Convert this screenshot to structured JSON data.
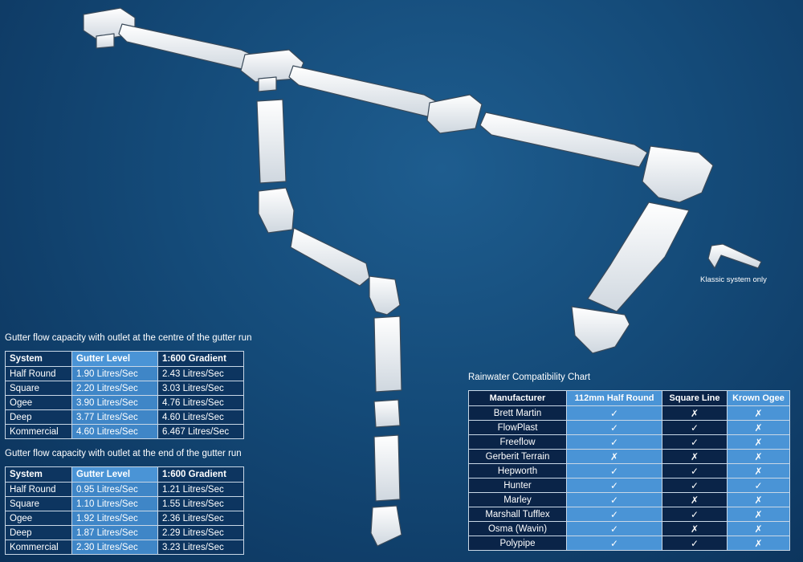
{
  "center_table": {
    "caption": "Gutter flow capacity with outlet at the centre of the gutter run",
    "headers": [
      "System",
      "Gutter Level",
      "1:600 Gradient"
    ],
    "rows": [
      [
        "Half Round",
        "1.90 Litres/Sec",
        "2.43 Litres/Sec"
      ],
      [
        "Square",
        "2.20 Litres/Sec",
        "3.03 Litres/Sec"
      ],
      [
        "Ogee",
        "3.90 Litres/Sec",
        "4.76 Litres/Sec"
      ],
      [
        "Deep",
        "3.77 Litres/Sec",
        "4.60 Litres/Sec"
      ],
      [
        "Kommercial",
        "4.60 Litres/Sec",
        "6.467 Litres/Sec"
      ]
    ]
  },
  "end_table": {
    "caption": "Gutter flow capacity with outlet at the end of the gutter run",
    "headers": [
      "System",
      "Gutter Level",
      "1:600 Gradient"
    ],
    "rows": [
      [
        "Half Round",
        "0.95 Litres/Sec",
        "1.21 Litres/Sec"
      ],
      [
        "Square",
        "1.10 Litres/Sec",
        "1.55 Litres/Sec"
      ],
      [
        "Ogee",
        "1.92 Litres/Sec",
        "2.36 Litres/Sec"
      ],
      [
        "Deep",
        "1.87 Litres/Sec",
        "2.29 Litres/Sec"
      ],
      [
        "Kommercial",
        "2.30 Litres/Sec",
        "3.23 Litres/Sec"
      ]
    ]
  },
  "compat_chart": {
    "caption": "Rainwater Compatibility Chart",
    "headers": [
      "Manufacturer",
      "112mm Half Round",
      "Square Line",
      "Krown Ogee"
    ],
    "rows": [
      [
        "Brett Martin",
        "✓",
        "✗",
        "✗"
      ],
      [
        "FlowPlast",
        "✓",
        "✓",
        "✗"
      ],
      [
        "Freeflow",
        "✓",
        "✓",
        "✗"
      ],
      [
        "Gerberit Terrain",
        "✗",
        "✗",
        "✗"
      ],
      [
        "Hepworth",
        "✓",
        "✓",
        "✗"
      ],
      [
        "Hunter",
        "✓",
        "✓",
        "✓"
      ],
      [
        "Marley",
        "✓",
        "✗",
        "✗"
      ],
      [
        "Marshall Tufflex",
        "✓",
        "✓",
        "✗"
      ],
      [
        "Osma (Wavin)",
        "✓",
        "✗",
        "✗"
      ],
      [
        "Polypipe",
        "✓",
        "✓",
        "✗"
      ]
    ]
  },
  "illustration": {
    "note": "Klassic system only"
  },
  "colors": {
    "background": "#144a78",
    "highlight_column": "#4a94d6",
    "dark_cell": "#0a2448",
    "component_fill": "#eef1f4"
  }
}
